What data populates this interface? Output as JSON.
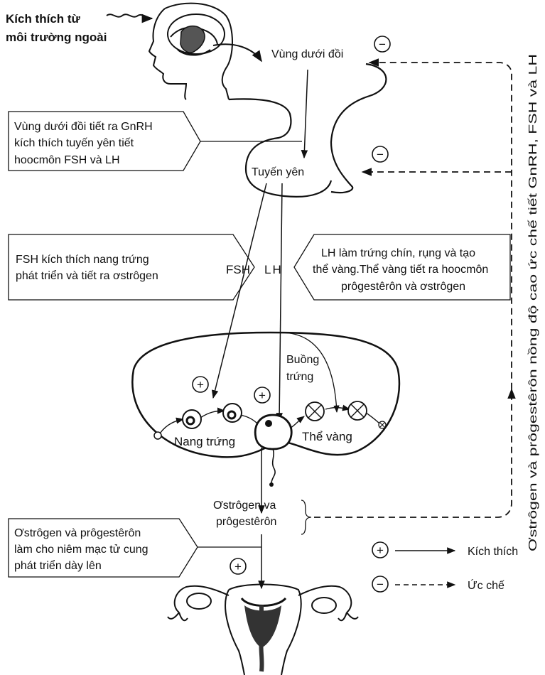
{
  "stimulus": {
    "line1": "Kích thích từ",
    "line2": "môi trường ngoài"
  },
  "hypothalamus_label": "Vùng dưới đồi",
  "pituitary_label": "Tuyến yên",
  "note_gnrh": {
    "line1": "Vùng dưới đồi tiết ra GnRH",
    "line2": "kích thích tuyến yên tiết",
    "line3": "hoocmôn FSH và LH"
  },
  "note_fsh": {
    "line1": "FSH kích thích nang trứng",
    "line2": "phát triển và tiết ra ơstrôgen"
  },
  "note_lh": {
    "line1": "LH làm trứng chín, rụng và tạo",
    "line2": "thể vàng.Thể vàng tiết ra hoocmôn",
    "line3": "prôgestêrôn và ơstrôgen"
  },
  "hormone_fsh": "FSH",
  "hormone_lh": "LH",
  "ovary": {
    "line1": "Buồng",
    "line2": "trứng"
  },
  "follicle_label": "Nang trứng",
  "corpus_luteum_label": "Thể vàng",
  "output_hormones": {
    "line1": "Ơstrôgen va",
    "line2": "prôgestêrôn"
  },
  "note_uterus": {
    "line1": "Ơstrôgen và prôgestêrôn",
    "line2": "làm cho niêm mạc tử cung",
    "line3": "phát triển dày lên"
  },
  "feedback_label": "Ơstrôgen và prôgestêrôn nồng độ cao ức chế tiết GnRH, FSH và LH",
  "plus_sign": "+",
  "minus_sign": "−",
  "legend": {
    "stimulate": "Kích thích",
    "inhibit": "Ức chế"
  }
}
